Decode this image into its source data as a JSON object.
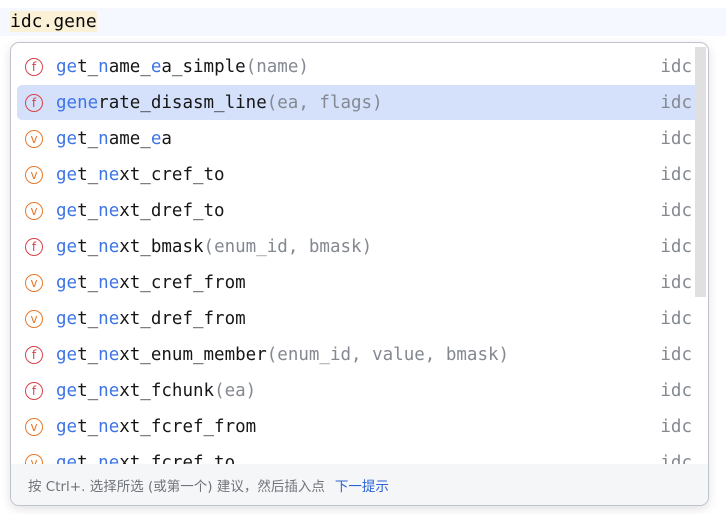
{
  "editor": {
    "typed_prefix": "idc.gene"
  },
  "completion": {
    "items": [
      {
        "kind": "f",
        "segments": [
          {
            "t": "ge",
            "m": true
          },
          {
            "t": "t_",
            "m": false
          },
          {
            "t": "n",
            "m": true
          },
          {
            "t": "ame_",
            "m": false
          },
          {
            "t": "e",
            "m": true
          },
          {
            "t": "a_simple",
            "m": false
          }
        ],
        "params": "(name)",
        "type": "idc",
        "selected": false
      },
      {
        "kind": "f",
        "segments": [
          {
            "t": "gene",
            "m": true
          },
          {
            "t": "rate_disasm_line",
            "m": false
          }
        ],
        "params": "(ea, flags)",
        "type": "idc",
        "selected": true
      },
      {
        "kind": "v",
        "segments": [
          {
            "t": "ge",
            "m": true
          },
          {
            "t": "t_",
            "m": false
          },
          {
            "t": "n",
            "m": true
          },
          {
            "t": "ame_",
            "m": false
          },
          {
            "t": "e",
            "m": true
          },
          {
            "t": "a",
            "m": false
          }
        ],
        "params": "",
        "type": "idc",
        "selected": false
      },
      {
        "kind": "v",
        "segments": [
          {
            "t": "ge",
            "m": true
          },
          {
            "t": "t_",
            "m": false
          },
          {
            "t": "ne",
            "m": true
          },
          {
            "t": "xt_cref_to",
            "m": false
          }
        ],
        "params": "",
        "type": "idc",
        "selected": false
      },
      {
        "kind": "v",
        "segments": [
          {
            "t": "ge",
            "m": true
          },
          {
            "t": "t_",
            "m": false
          },
          {
            "t": "ne",
            "m": true
          },
          {
            "t": "xt_dref_to",
            "m": false
          }
        ],
        "params": "",
        "type": "idc",
        "selected": false
      },
      {
        "kind": "f",
        "segments": [
          {
            "t": "ge",
            "m": true
          },
          {
            "t": "t_",
            "m": false
          },
          {
            "t": "ne",
            "m": true
          },
          {
            "t": "xt_bmask",
            "m": false
          }
        ],
        "params": "(enum_id, bmask)",
        "type": "idc",
        "selected": false
      },
      {
        "kind": "v",
        "segments": [
          {
            "t": "ge",
            "m": true
          },
          {
            "t": "t_",
            "m": false
          },
          {
            "t": "ne",
            "m": true
          },
          {
            "t": "xt_cref_from",
            "m": false
          }
        ],
        "params": "",
        "type": "idc",
        "selected": false
      },
      {
        "kind": "v",
        "segments": [
          {
            "t": "ge",
            "m": true
          },
          {
            "t": "t_",
            "m": false
          },
          {
            "t": "ne",
            "m": true
          },
          {
            "t": "xt_dref_from",
            "m": false
          }
        ],
        "params": "",
        "type": "idc",
        "selected": false
      },
      {
        "kind": "f",
        "segments": [
          {
            "t": "ge",
            "m": true
          },
          {
            "t": "t_",
            "m": false
          },
          {
            "t": "ne",
            "m": true
          },
          {
            "t": "xt_enum_member",
            "m": false
          }
        ],
        "params": "(enum_id, value, bmask)",
        "type": "idc",
        "selected": false
      },
      {
        "kind": "f",
        "segments": [
          {
            "t": "ge",
            "m": true
          },
          {
            "t": "t_",
            "m": false
          },
          {
            "t": "ne",
            "m": true
          },
          {
            "t": "xt_fchunk",
            "m": false
          }
        ],
        "params": "(ea)",
        "type": "idc",
        "selected": false
      },
      {
        "kind": "v",
        "segments": [
          {
            "t": "ge",
            "m": true
          },
          {
            "t": "t_",
            "m": false
          },
          {
            "t": "ne",
            "m": true
          },
          {
            "t": "xt_fcref_from",
            "m": false
          }
        ],
        "params": "",
        "type": "idc",
        "selected": false
      },
      {
        "kind": "v",
        "segments": [
          {
            "t": "ge",
            "m": true
          },
          {
            "t": "t_",
            "m": false
          },
          {
            "t": "ne",
            "m": true
          },
          {
            "t": "xt_fcref_to",
            "m": false
          }
        ],
        "params": "",
        "type": "idc",
        "selected": false
      }
    ],
    "kind_icons": {
      "f": "function-icon",
      "v": "variable-icon"
    },
    "footer": {
      "hint": "按 Ctrl+. 选择所选 (或第一个) 建议，然后插入点",
      "next_tip": "下一提示"
    }
  }
}
